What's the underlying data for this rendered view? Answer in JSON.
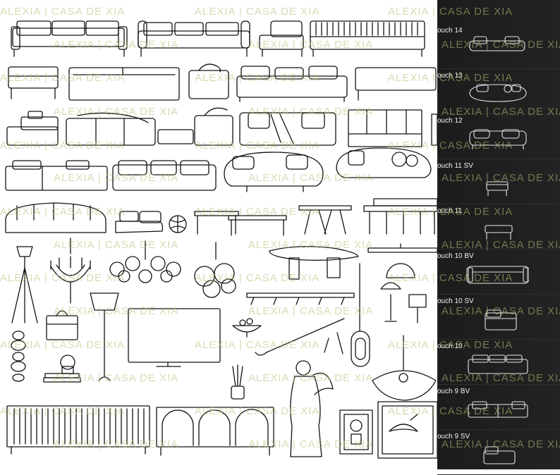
{
  "watermark": "ALEXIA | CASA DE XIA",
  "panel": {
    "items": [
      {
        "label": "ouch 14"
      },
      {
        "label": "ouch 13"
      },
      {
        "label": "ouch 12"
      },
      {
        "label": "ouch 11 SV"
      },
      {
        "label": "ouch 11"
      },
      {
        "label": "ouch 10 BV"
      },
      {
        "label": "ouch 10 SV"
      },
      {
        "label": "ouch 10"
      },
      {
        "label": "ouch 9 BV"
      },
      {
        "label": "ouch 9 SV"
      }
    ]
  }
}
